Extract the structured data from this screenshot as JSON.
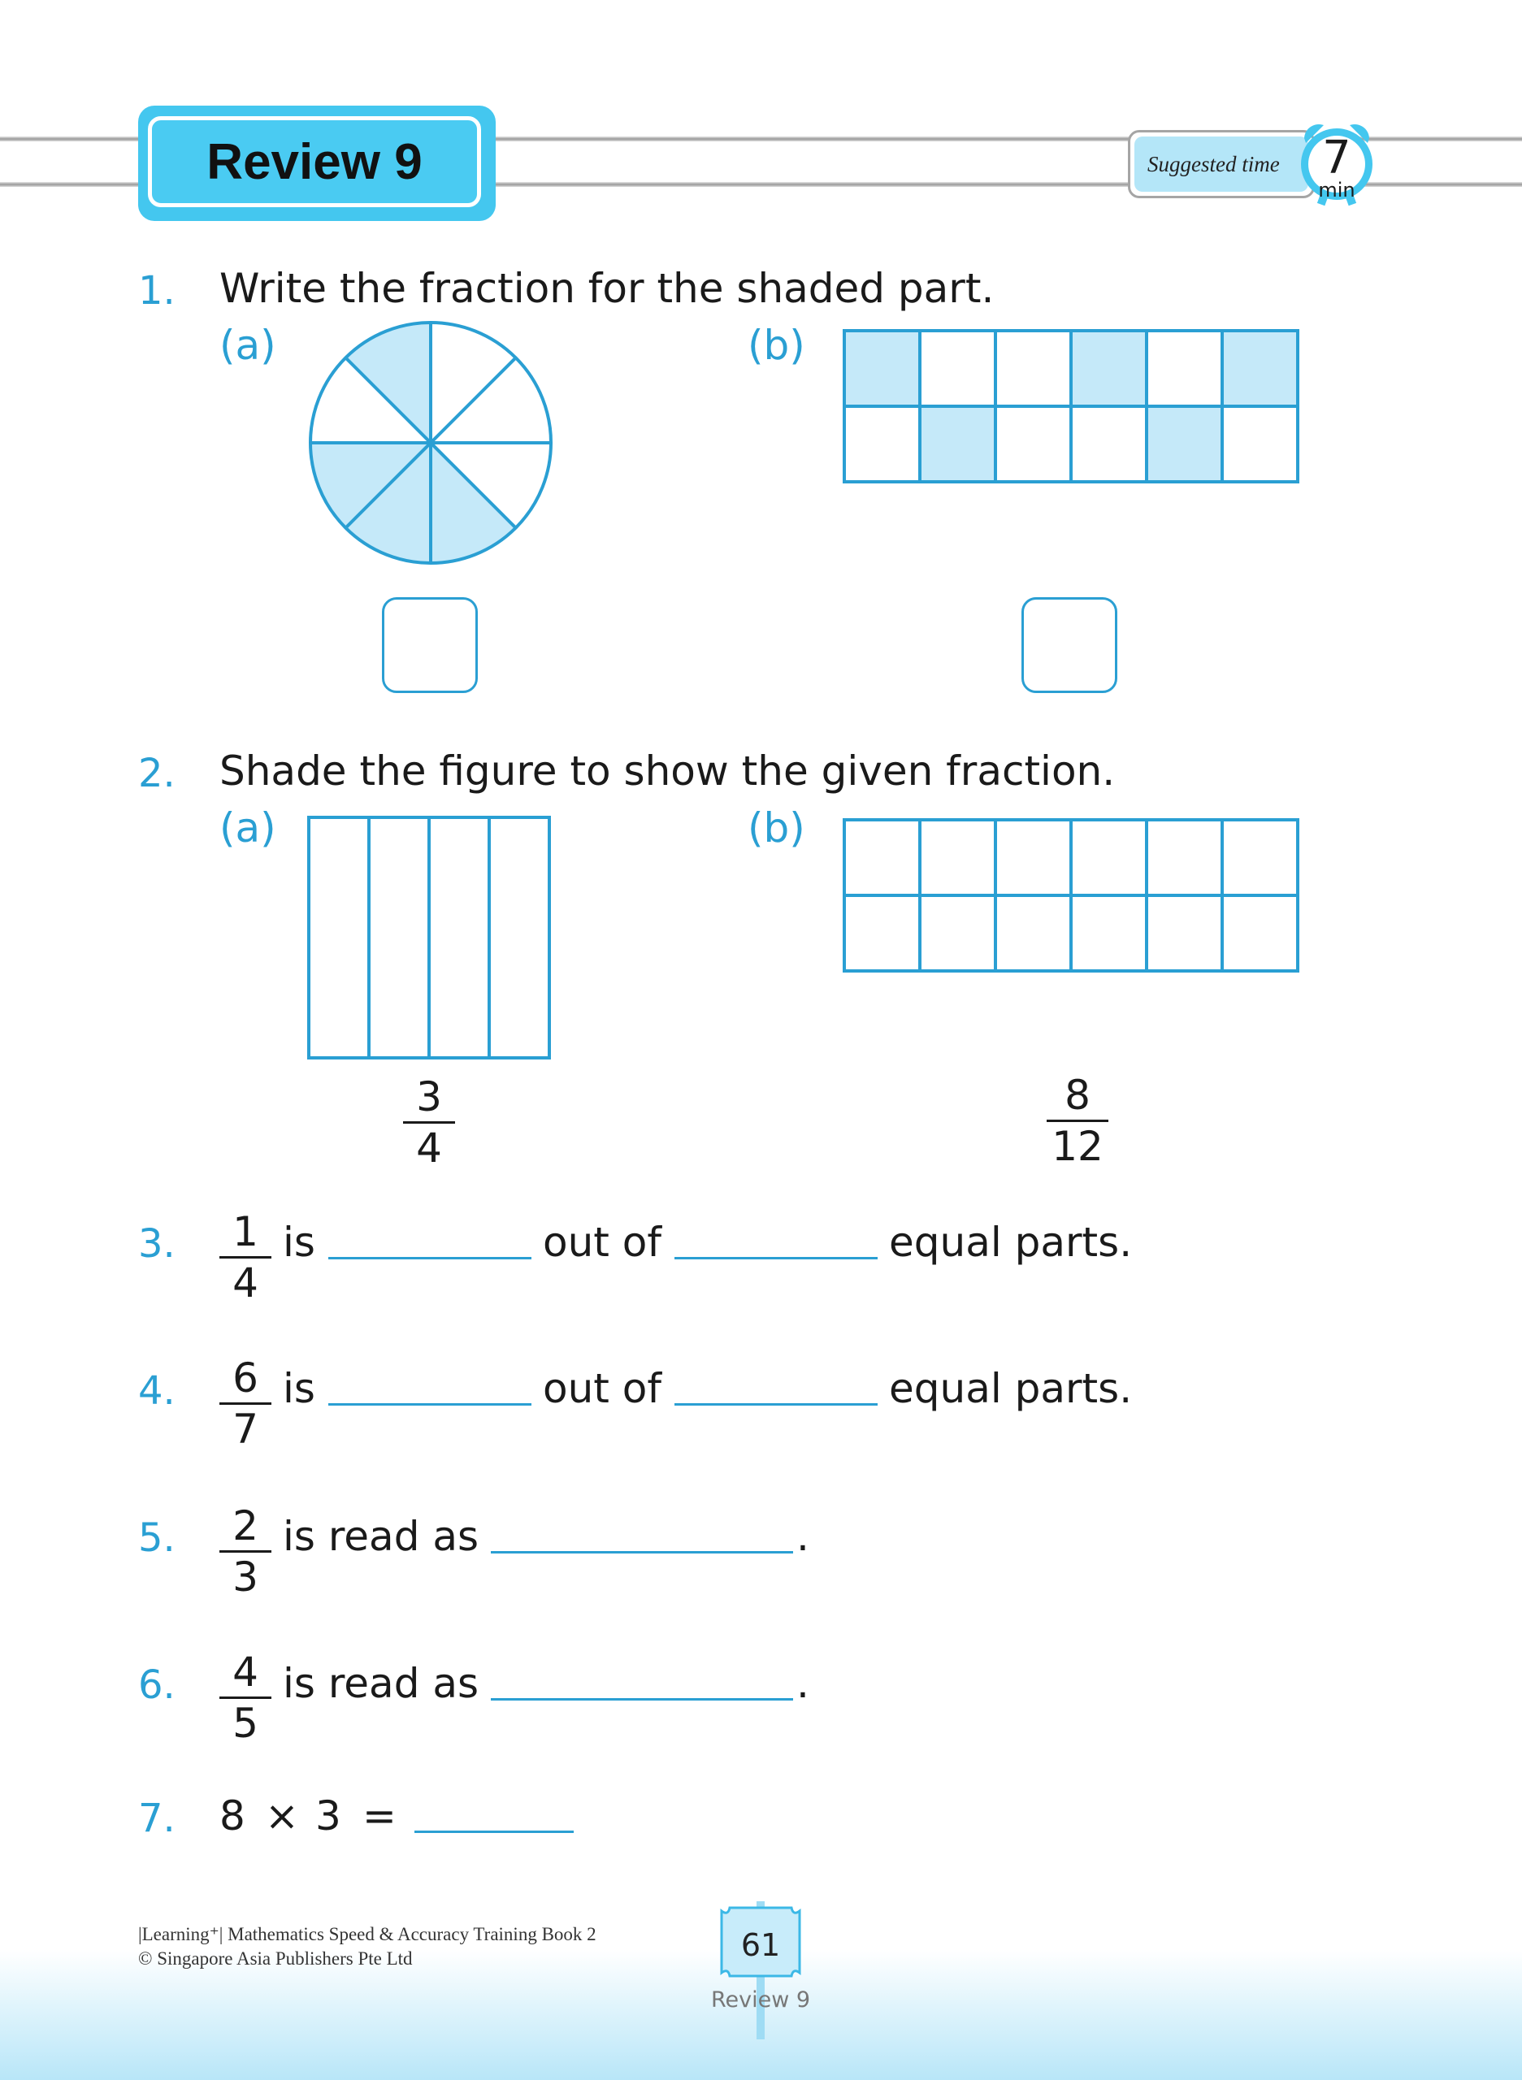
{
  "header": {
    "title": "Review 9",
    "suggested_time_label": "Suggested time",
    "time_value": "7",
    "time_unit": "min"
  },
  "questions": {
    "q1": {
      "number": "1.",
      "text": "Write the fraction for the shaded part.",
      "label_a": "(a)",
      "label_b": "(b)"
    },
    "q2": {
      "number": "2.",
      "text": "Shade the figure to show the given fraction.",
      "label_a": "(a)",
      "label_b": "(b)",
      "frac_a": {
        "num": "3",
        "den": "4"
      },
      "frac_b": {
        "num": "8",
        "den": "12"
      }
    },
    "q3": {
      "number": "3.",
      "frac": {
        "num": "1",
        "den": "4"
      },
      "is": "is",
      "out_of": "out of",
      "equal_parts": "equal parts."
    },
    "q4": {
      "number": "4.",
      "frac": {
        "num": "6",
        "den": "7"
      },
      "is": "is",
      "out_of": "out of",
      "equal_parts": "equal parts."
    },
    "q5": {
      "number": "5.",
      "frac": {
        "num": "2",
        "den": "3"
      },
      "read_as": "is read as",
      "end": "."
    },
    "q6": {
      "number": "6.",
      "frac": {
        "num": "4",
        "den": "5"
      },
      "read_as": "is read as",
      "end": "."
    },
    "q7": {
      "number": "7.",
      "a": "8",
      "op": "×",
      "b": "3",
      "eq": "="
    }
  },
  "footer": {
    "book": "|Learning⁺| Mathematics Speed & Accuracy Training Book 2",
    "copyright": "© Singapore Asia Publishers Pte Ltd",
    "page_number": "61",
    "page_label": "Review 9"
  },
  "colors": {
    "accent": "#2a9fd3",
    "shade": "#c5e9f9",
    "title_bg": "#44c7ef"
  }
}
